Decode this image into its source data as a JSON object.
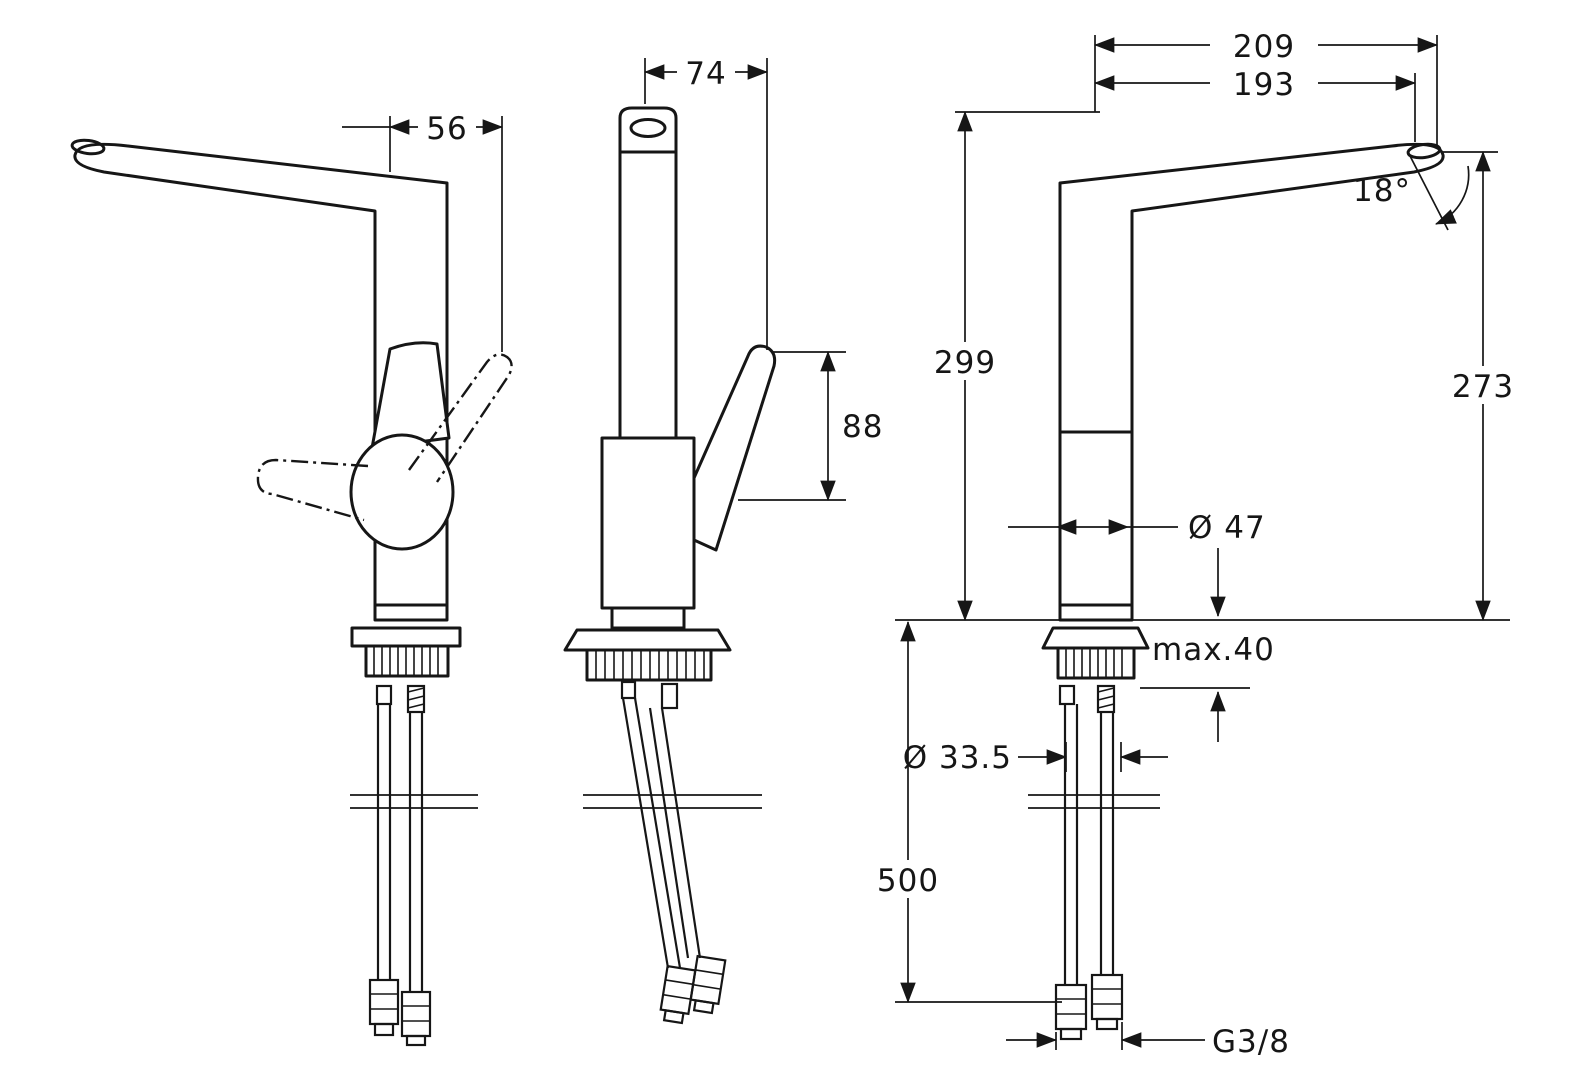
{
  "drawing": {
    "background": "#ffffff",
    "line_color": "#161616",
    "dimensions": {
      "d56": "56",
      "d74": "74",
      "d209": "209",
      "d193": "193",
      "angle18": "18°",
      "d299": "299",
      "d273": "273",
      "d88": "88",
      "dia47": "Ø 47",
      "max40": "max.40",
      "dia335": "Ø 33.5",
      "d500": "500",
      "thread": "G3/8"
    }
  }
}
